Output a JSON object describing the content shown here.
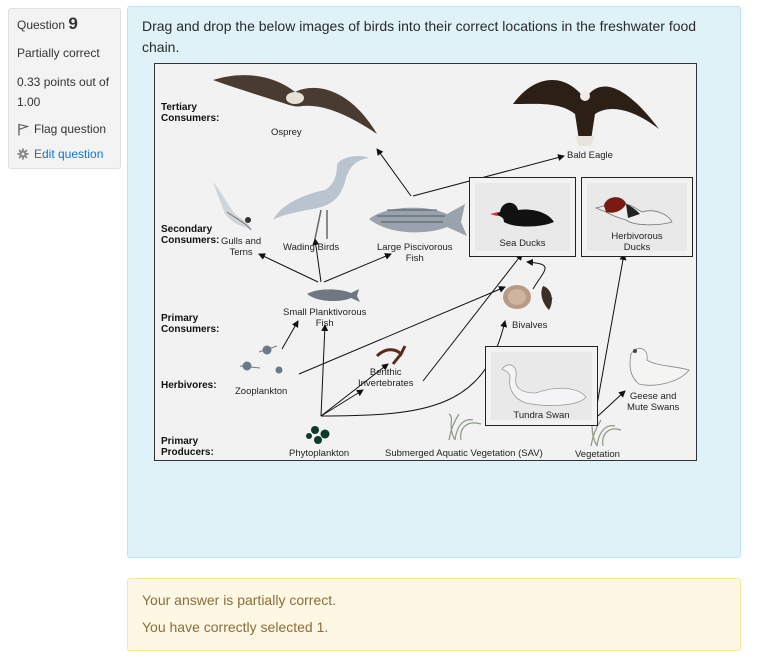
{
  "info": {
    "question_label": "Question",
    "question_number": "9",
    "state": "Partially correct",
    "grade": "0.33 points out of 1.00",
    "flag_label": "Flag question",
    "edit_label": "Edit question"
  },
  "question": {
    "text": "Drag and drop the below images of birds into their correct locations in the freshwater food chain."
  },
  "diagram": {
    "levels": {
      "tertiary": "Tertiary\nConsumers:",
      "secondary": "Secondary\nConsumers:",
      "primary": "Primary\nConsumers:",
      "herbivores": "Herbivores:",
      "producers": "Primary\nProducers:"
    },
    "labels": {
      "osprey": "Osprey",
      "bald_eagle": "Bald Eagle",
      "gulls": "Gulls and\nTerns",
      "wading": "Wading Birds",
      "piscivorous": "Large Piscivorous\nFish",
      "planktivorous": "Small Planktivorous\nFish",
      "bivalves": "Bivalves",
      "zooplankton": "Zooplankton",
      "benthic": "Benthic\nInvertebrates",
      "geese": "Geese and\nMute Swans",
      "phytoplankton": "Phytoplankton",
      "sav": "Submerged Aquatic Vegetation (SAV)",
      "vegetation": "Vegetation"
    },
    "drops": {
      "sea_ducks": "Sea Ducks",
      "herbivorous_ducks": "Herbivorous\nDucks",
      "tundra_swan": "Tundra Swan"
    }
  },
  "feedback": {
    "line1": "Your answer is partially correct.",
    "line2": "You have correctly selected 1."
  },
  "colors": {
    "formulation_bg": "#def2f8",
    "info_bg": "#f3f3f3",
    "feedback_bg": "#fcf8e3",
    "feedback_text": "#8a6d3b",
    "link": "#1177d1"
  }
}
